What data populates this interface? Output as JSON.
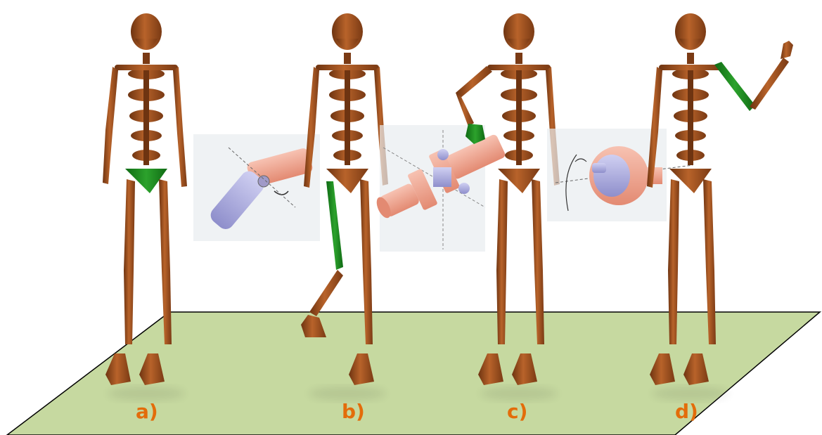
{
  "labels": {
    "a": "a)",
    "b": "b)",
    "c": "c)",
    "d": "d)"
  },
  "colors": {
    "floor": "#c6d9a0",
    "floor_edge": "#000000",
    "bone": "#9a4f1e",
    "bone_light": "#c06a2e",
    "highlight": "#1f8c1f",
    "joint_salmon": "#f0a994",
    "joint_lavender": "#b3b3e6",
    "joint_bg": "#e8ecef",
    "label": "#e36c0a"
  },
  "icons": {
    "panel_a": "mannequin-pelvis-highlighted",
    "panel_b": "mannequin-thigh-highlighted",
    "panel_c": "mannequin-hand-highlighted",
    "panel_d": "mannequin-forearm-highlighted",
    "joint_b": "hinge-joint-icon",
    "joint_c": "universal-joint-icon",
    "joint_d": "ball-joint-icon"
  }
}
